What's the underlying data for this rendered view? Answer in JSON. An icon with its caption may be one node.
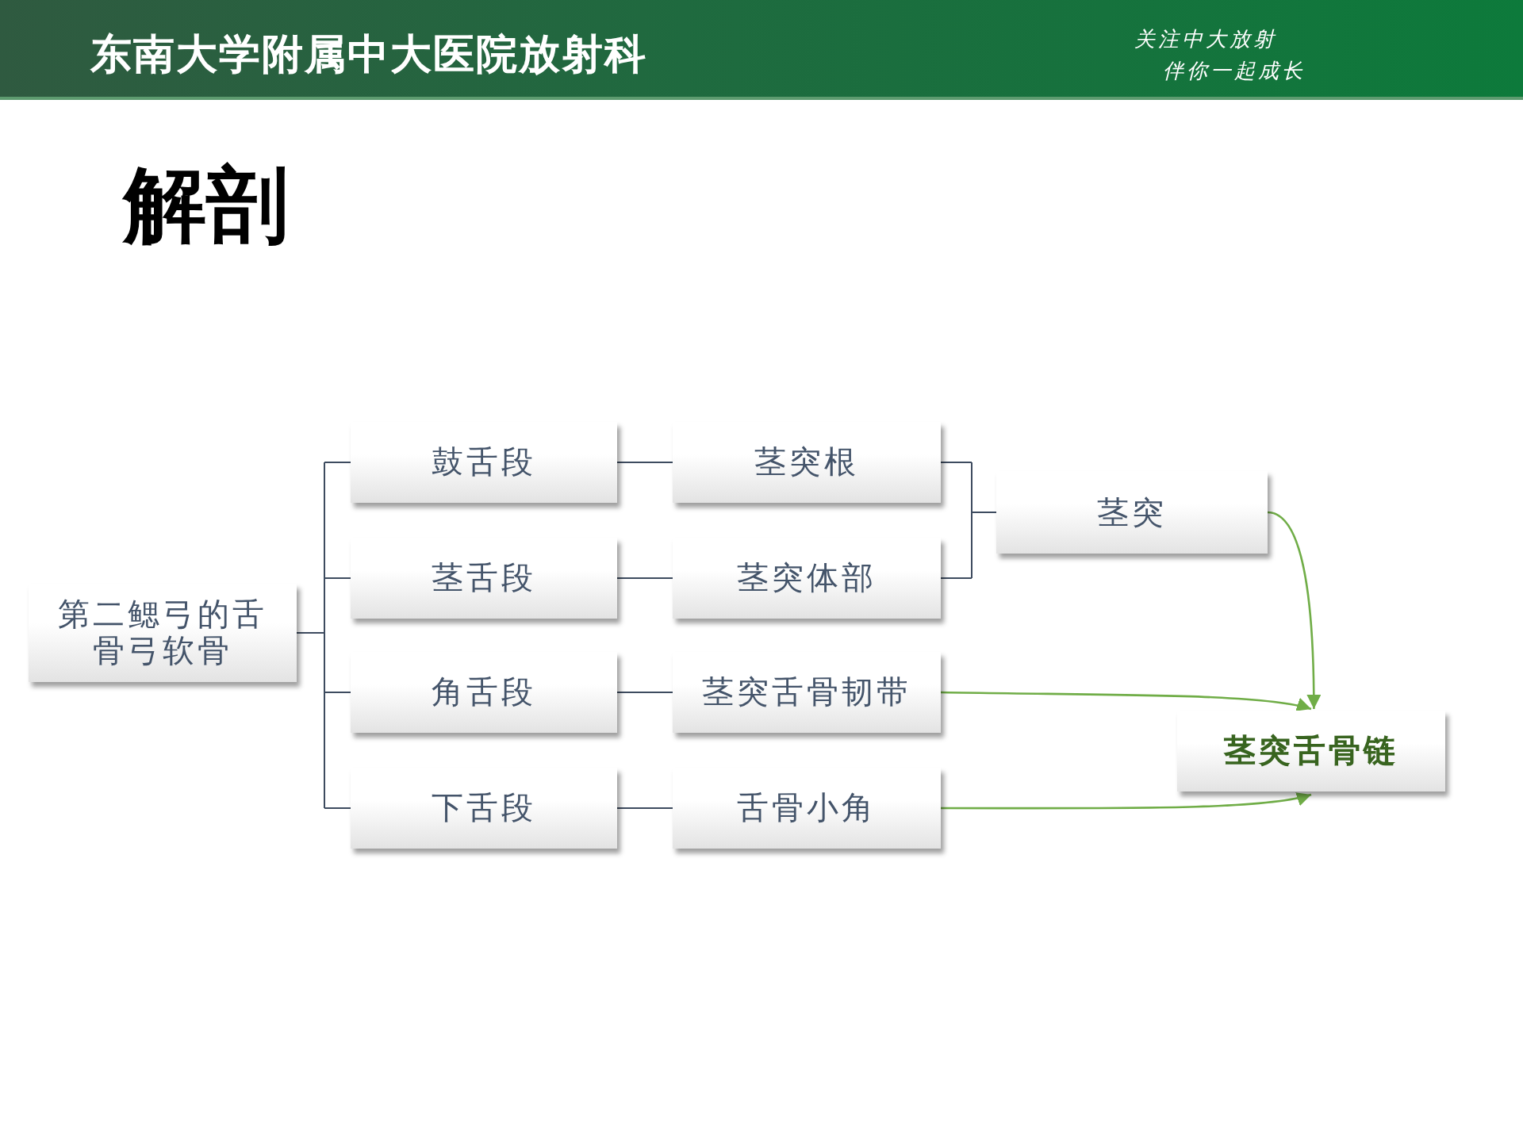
{
  "diagram": {
    "title": "解剖",
    "nodes": [
      {
        "text": [
          "第二鳃弓的舌骨弓软骨"
        ]
      },
      {
        "text": [
          "鼓舌段"
        ]
      },
      {
        "text": [
          "茎舌段"
        ]
      },
      {
        "text": [
          "角舌段"
        ]
      },
      {
        "text": [
          "下舌段"
        ]
      },
      {
        "text": [
          "茎突根"
        ]
      },
      {
        "text": [
          "茎突体部"
        ]
      },
      {
        "text": [
          "茎突舌骨韧带"
        ]
      },
      {
        "text": [
          "舌骨小角"
        ]
      },
      {
        "text": [
          "茎突"
        ]
      },
      {
        "text": [
          "茎突舌骨链"
        ]
      }
    ],
    "edges": [
      {
        "from": 0,
        "to": 1,
        "arrow": "none"
      },
      {
        "from": 0,
        "to": 2,
        "arrow": "none"
      },
      {
        "from": 0,
        "to": 3,
        "arrow": "none"
      },
      {
        "from": 0,
        "to": 4,
        "arrow": "none"
      },
      {
        "from": 1,
        "to": 5,
        "arrow": "none"
      },
      {
        "from": 2,
        "to": 6,
        "arrow": "none"
      },
      {
        "from": 3,
        "to": 7,
        "arrow": "none"
      },
      {
        "from": 4,
        "to": 8,
        "arrow": "none"
      },
      {
        "from": 5,
        "to": 9,
        "arrow": "none"
      },
      {
        "from": 6,
        "to": 9,
        "arrow": "none"
      },
      {
        "from": 9,
        "to": 10,
        "arrow": "to",
        "color": "#70ad47"
      },
      {
        "from": 7,
        "to": 10,
        "arrow": "to",
        "color": "#70ad47"
      },
      {
        "from": 8,
        "to": 10,
        "arrow": "to",
        "color": "#70ad47"
      }
    ],
    "labels": [
      "东南大学附属中大医院放射科",
      "关注中大放射",
      "伴你一起成长"
    ]
  }
}
